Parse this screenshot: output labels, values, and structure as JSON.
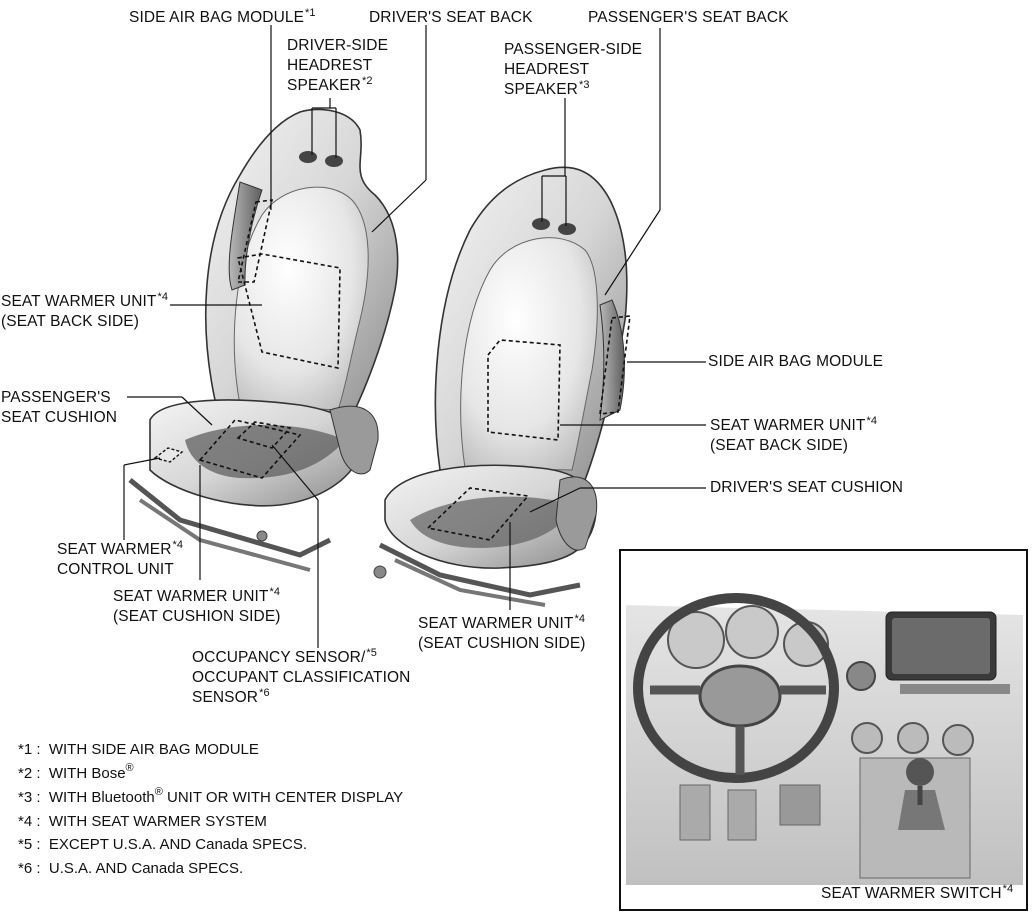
{
  "callouts": {
    "side_airbag_module_driver": "SIDE AIR BAG MODULE",
    "side_airbag_module_driver_ref": "*1",
    "drivers_seat_back": "DRIVER'S SEAT BACK",
    "passengers_seat_back": "PASSENGER'S SEAT BACK",
    "driver_side_headrest_speaker": [
      "DRIVER-SIDE",
      "HEADREST",
      "SPEAKER"
    ],
    "driver_side_headrest_speaker_ref": "*2",
    "passenger_side_headrest_speaker": [
      "PASSENGER-SIDE",
      "HEADREST",
      "SPEAKER"
    ],
    "passenger_side_headrest_speaker_ref": "*3",
    "seat_warmer_unit_back_left": [
      "SEAT WARMER UNIT",
      "(SEAT BACK SIDE)"
    ],
    "seat_warmer_unit_back_left_ref": "*4",
    "passengers_seat_cushion": [
      "PASSENGER'S",
      "SEAT CUSHION"
    ],
    "side_airbag_module_passenger": "SIDE AIR BAG MODULE",
    "seat_warmer_unit_back_right": [
      "SEAT WARMER UNIT",
      "(SEAT BACK SIDE)"
    ],
    "seat_warmer_unit_back_right_ref": "*4",
    "drivers_seat_cushion": "DRIVER'S  SEAT CUSHION",
    "seat_warmer_control_unit": [
      "SEAT WARMER",
      "CONTROL UNIT"
    ],
    "seat_warmer_control_unit_ref": "*4",
    "seat_warmer_unit_cushion_left": [
      "SEAT WARMER UNIT",
      "(SEAT CUSHION SIDE)"
    ],
    "seat_warmer_unit_cushion_left_ref": "*4",
    "seat_warmer_unit_cushion_right": [
      "SEAT WARMER UNIT",
      "(SEAT CUSHION SIDE)"
    ],
    "seat_warmer_unit_cushion_right_ref": "*4",
    "occupancy_sensor": [
      "OCCUPANCY SENSOR/",
      "OCCUPANT CLASSIFICATION",
      "SENSOR"
    ],
    "occupancy_sensor_ref_1": "*5",
    "occupancy_sensor_ref_2": "*6",
    "seat_warmer_switch": "SEAT WARMER SWITCH",
    "seat_warmer_switch_ref": "*4"
  },
  "footnotes": [
    {
      "ref": "*1 :",
      "text": "WITH SIDE AIR BAG MODULE"
    },
    {
      "ref": "*2 :",
      "text": "WITH Bose",
      "mark": "®"
    },
    {
      "ref": "*3 :",
      "text": "WITH Bluetooth",
      "mark": "®",
      "text_after": " UNIT OR WITH CENTER DISPLAY"
    },
    {
      "ref": "*4 :",
      "text": "WITH SEAT WARMER SYSTEM"
    },
    {
      "ref": "*5 :",
      "text": "EXCEPT U.S.A. AND Canada SPECS."
    },
    {
      "ref": "*6 :",
      "text": "U.S.A. AND Canada SPECS."
    }
  ]
}
